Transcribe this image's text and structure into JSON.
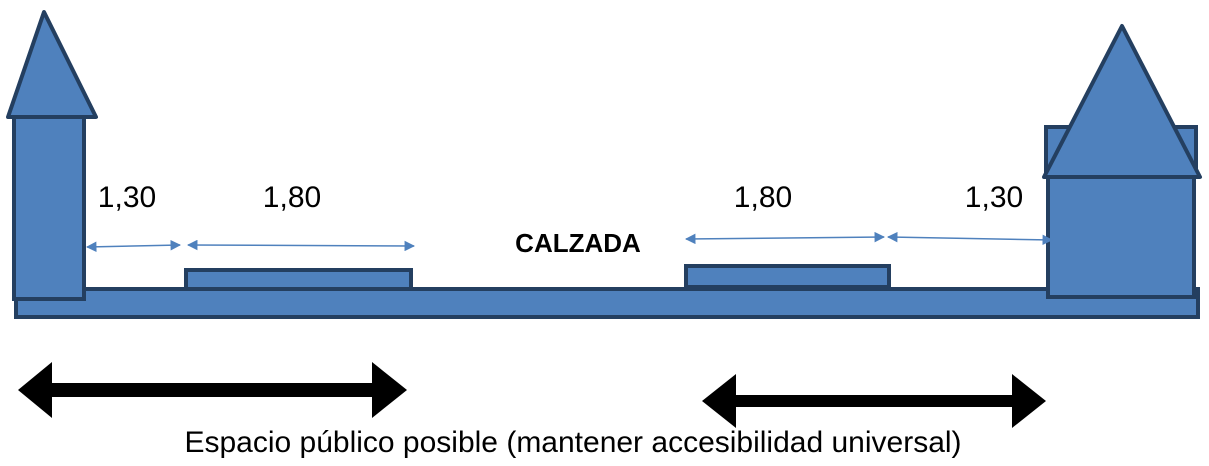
{
  "diagram": {
    "dimensions": {
      "left_sidewalk": "1,30",
      "left_strip": "1,80",
      "right_strip": "1,80",
      "right_sidewalk": "1,30"
    },
    "road_label": "CALZADA",
    "caption": "Espacio público posible (mantener accesibilidad universal)",
    "colors": {
      "fill": "#4f81bd",
      "stroke": "#243f60",
      "dimension_arrow": "#4f81bd",
      "span_arrow": "#000000",
      "text": "#000000"
    }
  }
}
